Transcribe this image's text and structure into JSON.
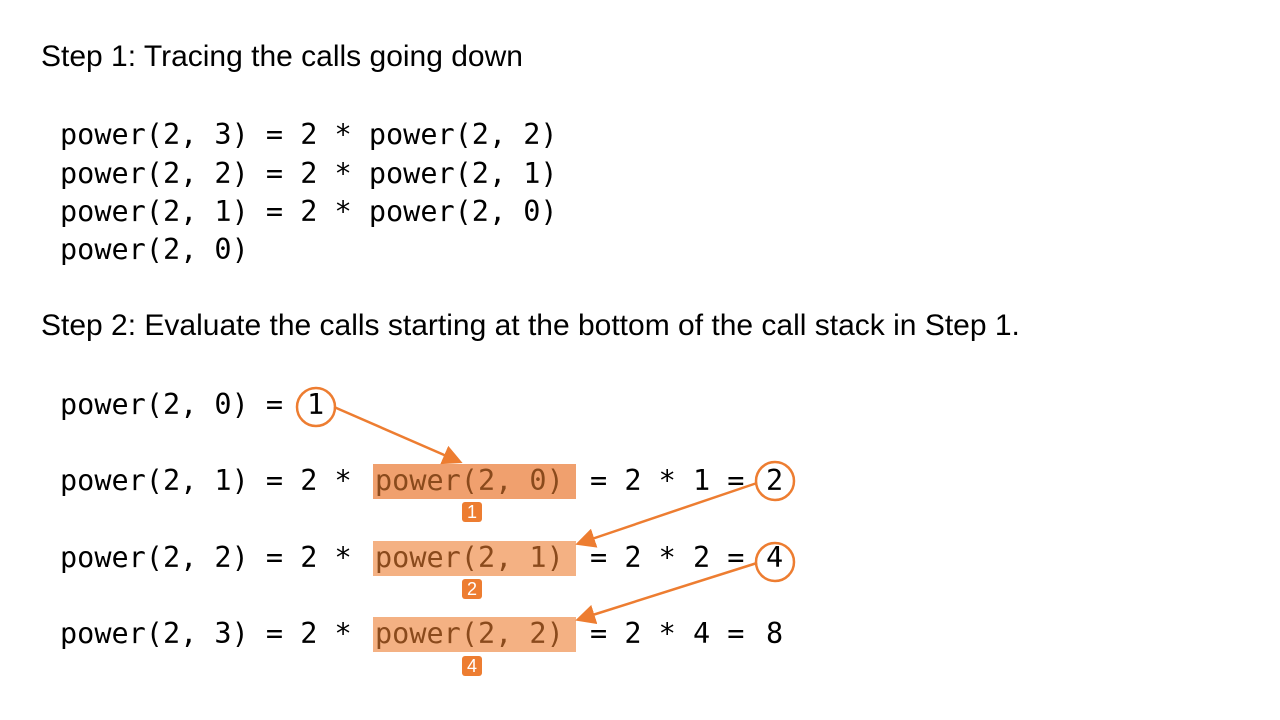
{
  "step1": {
    "heading": "Step 1: Tracing the calls going down",
    "lines": [
      "power(2, 3) = 2 * power(2, 2)",
      "power(2, 2) = 2 * power(2, 1)",
      "power(2, 1) = 2 * power(2, 0)",
      "power(2, 0)"
    ]
  },
  "step2": {
    "heading": "Step 2: Evaluate the calls starting at the bottom of the call stack in Step 1.",
    "base": {
      "prefix": "power(2, 0) = ",
      "result": "1"
    },
    "rows": [
      {
        "prefix": "power(2, 1) = 2 * ",
        "call": "power(2, 0)",
        "rest": "= 2 * 1 = ",
        "result": "2",
        "marker": "1"
      },
      {
        "prefix": "power(2, 2) = 2 * ",
        "call": "power(2, 1)",
        "rest": "= 2 * 2 = ",
        "result": "4",
        "marker": "2"
      },
      {
        "prefix": "power(2, 3) = 2 * ",
        "call": "power(2, 2)",
        "rest": "= 2 * 4 = ",
        "result": "8",
        "marker": "4"
      }
    ]
  },
  "colors": {
    "accent": "#ed7d31",
    "highlight_dark": "#f0a06e",
    "highlight_light": "#f4b183",
    "call_text": "#8a4a1c"
  }
}
